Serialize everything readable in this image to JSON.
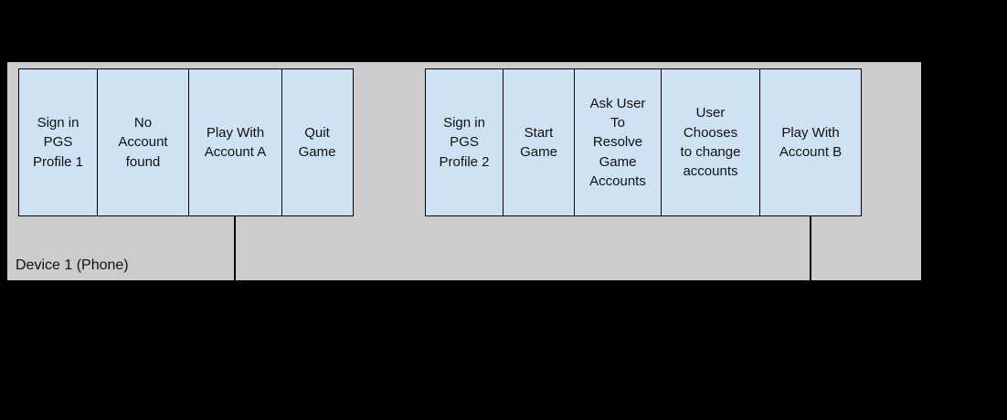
{
  "colors": {
    "background": "#000000",
    "band": "#cccccc",
    "box_fill": "#cfe2f3",
    "box_border": "#000000",
    "text": "#111111"
  },
  "device_lane": {
    "label": "Device 1 (Phone)"
  },
  "flow1": {
    "boxes": [
      {
        "label": "Sign in\nPGS\nProfile 1"
      },
      {
        "label": "No\nAccount\nfound"
      },
      {
        "label": "Play With\nAccount A"
      },
      {
        "label": "Quit\nGame"
      }
    ]
  },
  "flow2": {
    "boxes": [
      {
        "label": "Sign in\nPGS\nProfile 2"
      },
      {
        "label": "Start\nGame"
      },
      {
        "label": "Ask User\nTo\nResolve\nGame\nAccounts"
      },
      {
        "label": "User\nChooses\nto change\naccounts"
      },
      {
        "label": "Play With\nAccount B"
      }
    ]
  }
}
